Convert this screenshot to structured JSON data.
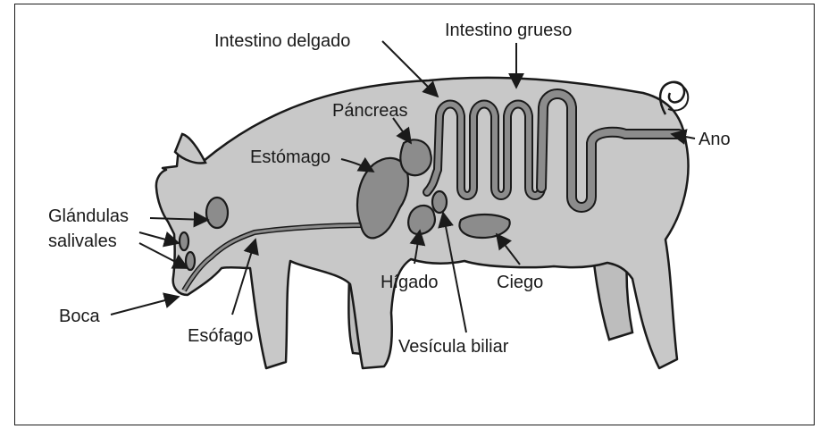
{
  "diagram": {
    "labels": {
      "intestino_delgado": "Intestino delgado",
      "intestino_grueso": "Intestino grueso",
      "pancreas": "Páncreas",
      "estomago": "Estómago",
      "glandulas": "Glándulas",
      "salivales": "salivales",
      "boca": "Boca",
      "esofago": "Esófago",
      "higado": "Hígado",
      "vesicula": "Vesícula biliar",
      "ciego": "Ciego",
      "ano": "Ano"
    },
    "colors": {
      "body_fill": "#c8c8c8",
      "organ_fill": "#8c8c8c",
      "outline": "#1a1a1a"
    }
  }
}
